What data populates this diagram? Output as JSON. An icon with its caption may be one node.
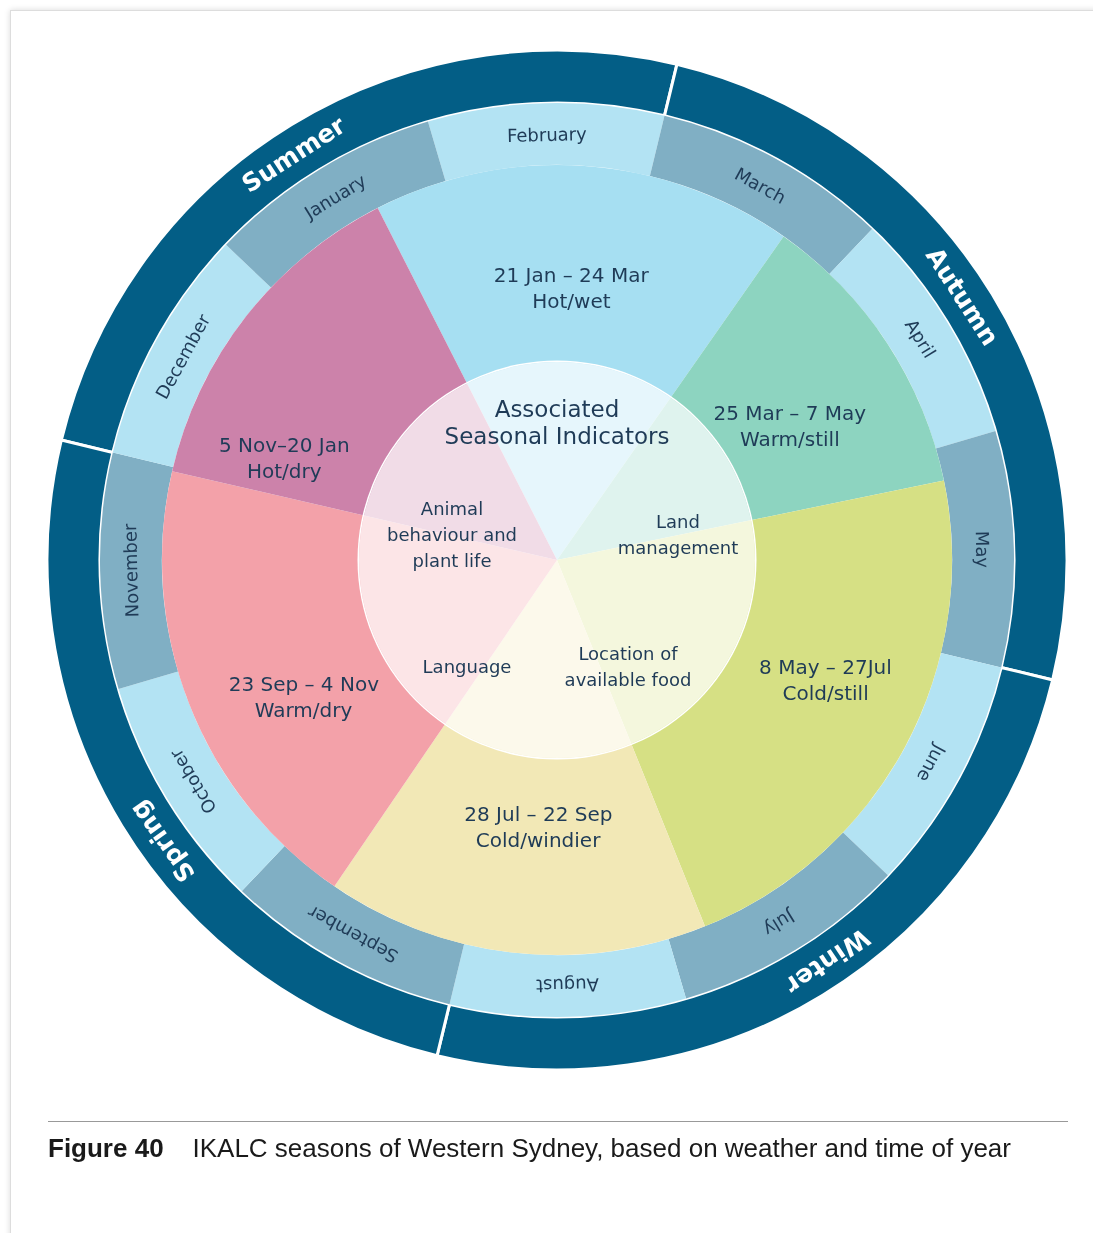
{
  "diagram": {
    "caption": "**Figure 40**    IKALC seasons of Western Sydney, based on weather and time of year",
    "nodes": [
      {
        "text": [
          "Summer"
        ]
      },
      {
        "text": [
          "Autumn"
        ]
      },
      {
        "text": [
          "Winter"
        ]
      },
      {
        "text": [
          "Spring"
        ]
      },
      {
        "text": [
          "February"
        ]
      },
      {
        "text": [
          "March"
        ]
      },
      {
        "text": [
          "April"
        ]
      },
      {
        "text": [
          "May"
        ]
      },
      {
        "text": [
          "June"
        ]
      },
      {
        "text": [
          "July"
        ]
      },
      {
        "text": [
          "August"
        ]
      },
      {
        "text": [
          "September"
        ]
      },
      {
        "text": [
          "October"
        ]
      },
      {
        "text": [
          "November"
        ]
      },
      {
        "text": [
          "December"
        ]
      },
      {
        "text": [
          "January"
        ]
      },
      {
        "text": [
          "21 Jan – 24 Mar",
          "Hot/wet"
        ]
      },
      {
        "text": [
          "25 Mar – 7 May",
          "Warm/still"
        ]
      },
      {
        "text": [
          "8 May – 27Jul",
          "Cold/still"
        ]
      },
      {
        "text": [
          "28 Jul – 22 Sep",
          "Cold/windier"
        ]
      },
      {
        "text": [
          "23 Sep – 4 Nov",
          "Warm/dry"
        ]
      },
      {
        "text": [
          "5 Nov–20 Jan",
          "Hot/dry"
        ]
      },
      {
        "text": [
          "Associated Seasonal Indicators"
        ]
      },
      {
        "text": [
          "Land management"
        ]
      },
      {
        "text": [
          "Location of available food"
        ]
      },
      {
        "text": [
          "Language"
        ]
      },
      {
        "text": [
          "Animal behaviour and plant life"
        ]
      }
    ],
    "edges": []
  }
}
